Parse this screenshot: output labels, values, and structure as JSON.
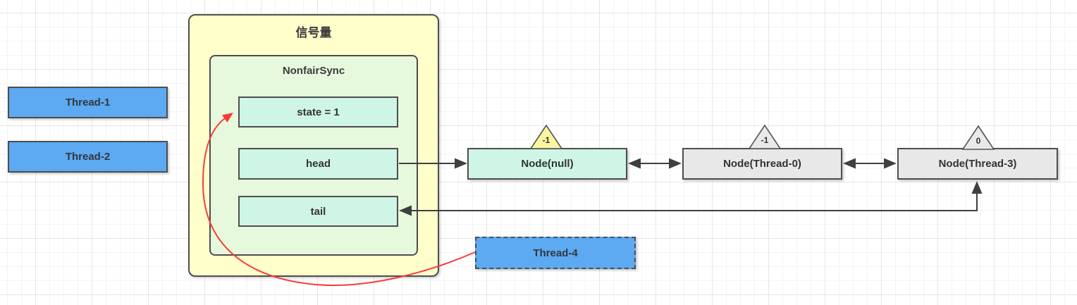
{
  "diagram": {
    "semaphore": {
      "title": "信号量",
      "sync": {
        "title": "NonfairSync",
        "state_label": "state = 1",
        "head_label": "head",
        "tail_label": "tail"
      }
    },
    "threads": {
      "thread1": "Thread-1",
      "thread2": "Thread-2",
      "thread4": "Thread-4"
    },
    "queue_nodes": [
      {
        "label": "Node(null)",
        "waitStatus": "-1",
        "style": "mint"
      },
      {
        "label": "Node(Thread-0)",
        "waitStatus": "-1",
        "style": "gray"
      },
      {
        "label": "Node(Thread-3)",
        "waitStatus": "0",
        "style": "gray"
      }
    ],
    "links": [
      "head -> Node(null)",
      "Node(null) <-> Node(Thread-0)",
      "Node(Thread-0) <-> Node(Thread-3)",
      "tail <-> Node(Thread-3)",
      "Thread-4 -> state (red curve)"
    ],
    "colors": {
      "outer_fill": "#FFFFCC",
      "inner_fill": "#E7F9DC",
      "mint_fill": "#CFF5E6",
      "gray_fill": "#E8E8E8",
      "blue_fill": "#5DA9F2",
      "triangle_yellow": "#FAF5A0",
      "border": "#4d4d4d",
      "link_line": "#3f3f3f",
      "red_arrow": "#F93B3B"
    }
  }
}
